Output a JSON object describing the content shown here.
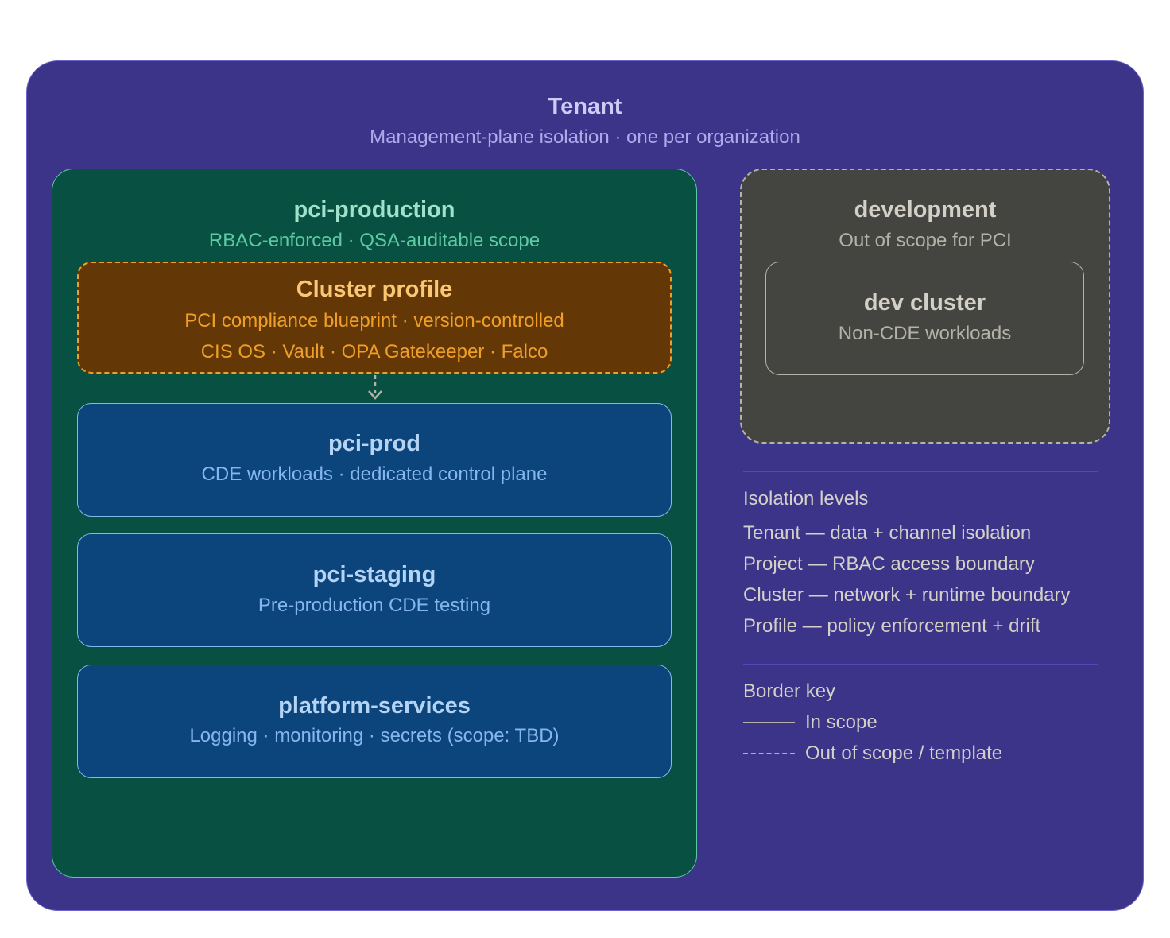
{
  "tenant": {
    "title": "Tenant",
    "subtitle": "Management-plane isolation · one per organization"
  },
  "projects": [
    {
      "title": "pci-production",
      "subtitle": "RBAC-enforced · QSA-auditable scope",
      "border": "solid",
      "profile": {
        "title": "Cluster profile",
        "lines": [
          "PCI compliance blueprint · version-controlled",
          "CIS OS · Vault · OPA Gatekeeper · Falco"
        ],
        "border": "dashed"
      },
      "clusters": [
        {
          "title": "pci-prod",
          "subtitle": "CDE workloads · dedicated control plane"
        },
        {
          "title": "pci-staging",
          "subtitle": "Pre-production CDE testing"
        },
        {
          "title": "platform-services",
          "subtitle": "Logging · monitoring · secrets (scope: TBD)"
        }
      ]
    },
    {
      "title": "development",
      "subtitle": "Out of scope for PCI",
      "border": "dashed",
      "clusters": [
        {
          "title": "dev cluster",
          "subtitle": "Non-CDE workloads"
        }
      ]
    }
  ],
  "legend": {
    "isolation_heading": "Isolation levels",
    "isolation_levels": [
      "Tenant — data + channel isolation",
      "Project — RBAC access boundary",
      "Cluster — network + runtime boundary",
      "Profile — policy enforcement + drift"
    ],
    "border_heading": "Border key",
    "border_key": [
      {
        "style": "solid",
        "label": "In scope"
      },
      {
        "style": "dashed",
        "label": "Out of scope / template"
      }
    ]
  },
  "colors": {
    "tenant_bg": "#3c3489",
    "pci_project_bg": "#085041",
    "profile_bg": "#633806",
    "profile_accent": "#ef9f27",
    "cluster_bg": "#0c447c",
    "dev_project_bg": "#444441"
  }
}
